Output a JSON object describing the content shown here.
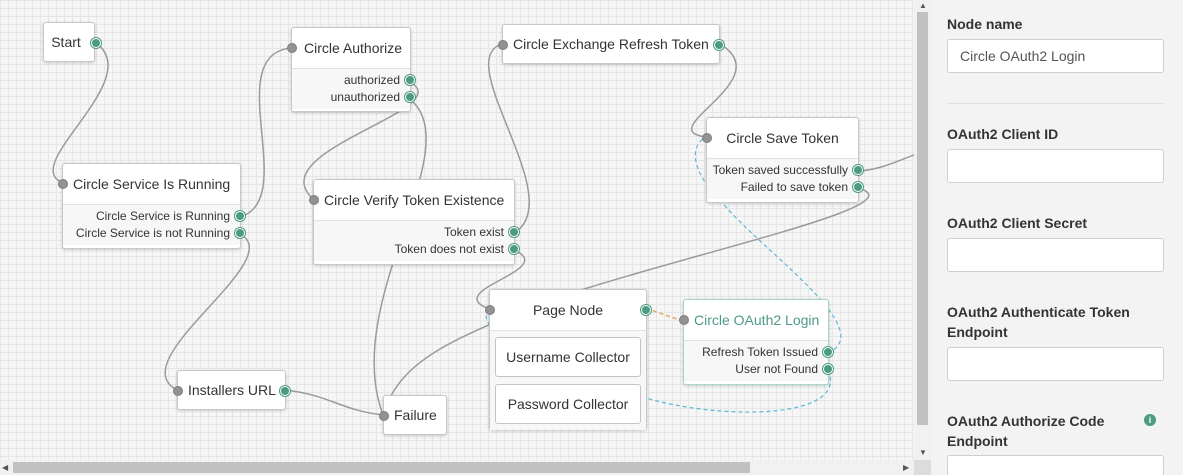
{
  "canvas": {
    "nodes": {
      "start": {
        "title": "Start"
      },
      "circle_authorize": {
        "title": "Circle Authorize",
        "outputs": [
          "authorized",
          "unauthorized"
        ]
      },
      "exchange_refresh": {
        "title": "Circle Exchange Refresh Token"
      },
      "save_token": {
        "title": "Circle Save Token",
        "outputs": [
          "Token saved successfully",
          "Failed to save token"
        ]
      },
      "service_running": {
        "title": "Circle Service Is Running",
        "outputs": [
          "Circle Service is Running",
          "Circle Service is not Running"
        ]
      },
      "verify_token": {
        "title": "Circle Verify Token Existence",
        "outputs": [
          "Token exist",
          "Token does not exist"
        ]
      },
      "page_node": {
        "title": "Page Node",
        "collectors": [
          "Username Collector",
          "Password Collector"
        ]
      },
      "oauth2_login": {
        "title": "Circle OAuth2 Login",
        "outputs": [
          "Refresh Token Issued",
          "User not Found"
        ]
      },
      "installers_url": {
        "title": "Installers URL"
      },
      "failure": {
        "title": "Failure"
      }
    },
    "colors": {
      "connection": "#9a9a9a",
      "selected_connection": "#e0a85c",
      "highlight_connection": "#5bb8d4",
      "output_port": "#4c9a80",
      "input_port": "#929292"
    }
  },
  "panel": {
    "node_name_label": "Node name",
    "node_name_value": "Circle OAuth2 Login",
    "client_id_label": "OAuth2 Client ID",
    "client_id_value": "",
    "client_secret_label": "OAuth2 Client Secret",
    "client_secret_value": "",
    "auth_token_endpoint_label": "OAuth2 Authenticate Token Endpoint",
    "auth_token_endpoint_value": "",
    "authorize_code_endpoint_label": "OAuth2 Authorize Code Endpoint",
    "info_icon": "info-circle-icon"
  }
}
